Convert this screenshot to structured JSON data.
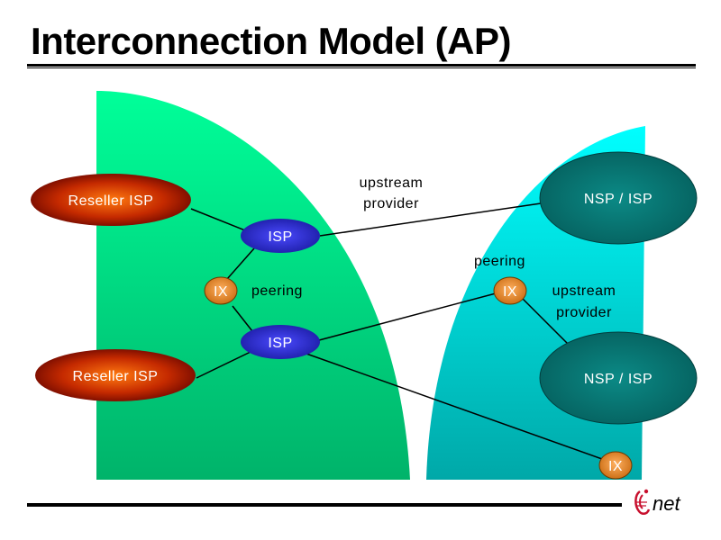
{
  "title": "Interconnection Model (AP)",
  "nodes": {
    "reseller_isp_top": "Reseller ISP",
    "reseller_isp_bottom": "Reseller ISP",
    "isp_top": "ISP",
    "isp_bottom": "ISP",
    "ix_left": "IX",
    "ix_mid": "IX",
    "ix_bottom_right": "IX",
    "nsp_isp_top": "NSP / ISP",
    "nsp_isp_bottom": "NSP / ISP"
  },
  "labels": {
    "upstream_provider_top": [
      "upstream",
      "provider"
    ],
    "peering_left": "peering",
    "peering_right": "peering",
    "upstream_provider_right": [
      "upstream",
      "provider"
    ]
  },
  "logo": {
    "text": "net"
  },
  "colors": {
    "left_region": "#00d977",
    "right_region": "#00d2d2",
    "reseller": "#b02000",
    "isp": "#2a2ad0",
    "ix": "#e08a2a",
    "nsp": "#087a78"
  }
}
